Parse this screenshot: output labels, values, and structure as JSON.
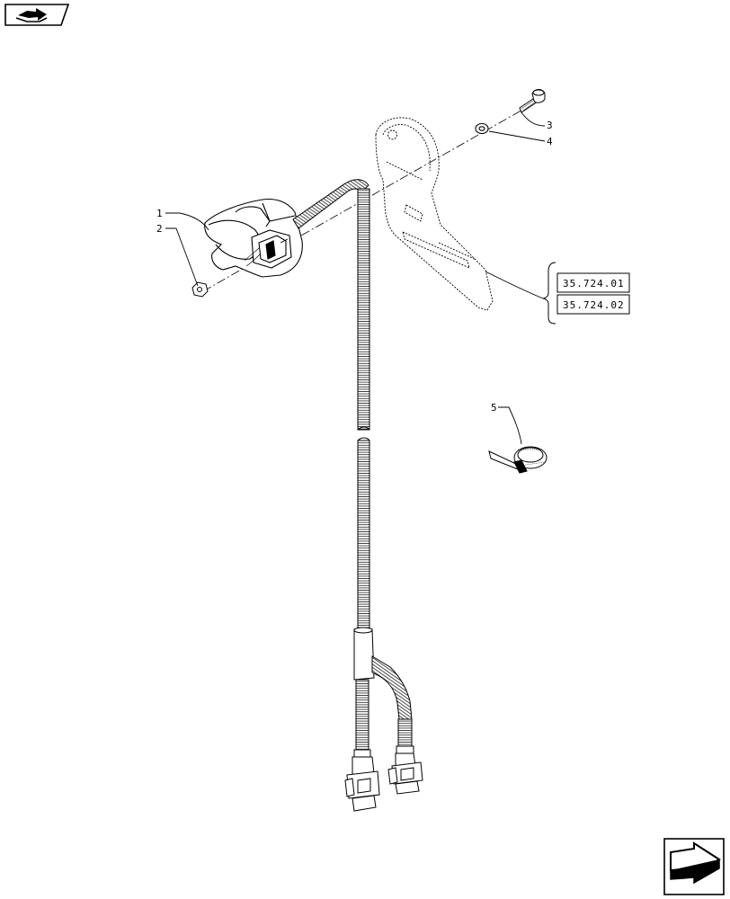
{
  "callouts": {
    "c1": "1",
    "c2": "2",
    "c3": "3",
    "c4": "4",
    "c5": "5"
  },
  "references": [
    "35.724.01",
    "35.724.02"
  ],
  "icons": {
    "top_left": "book-arrow-icon",
    "bottom_right": "next-page-arrow-icon"
  }
}
